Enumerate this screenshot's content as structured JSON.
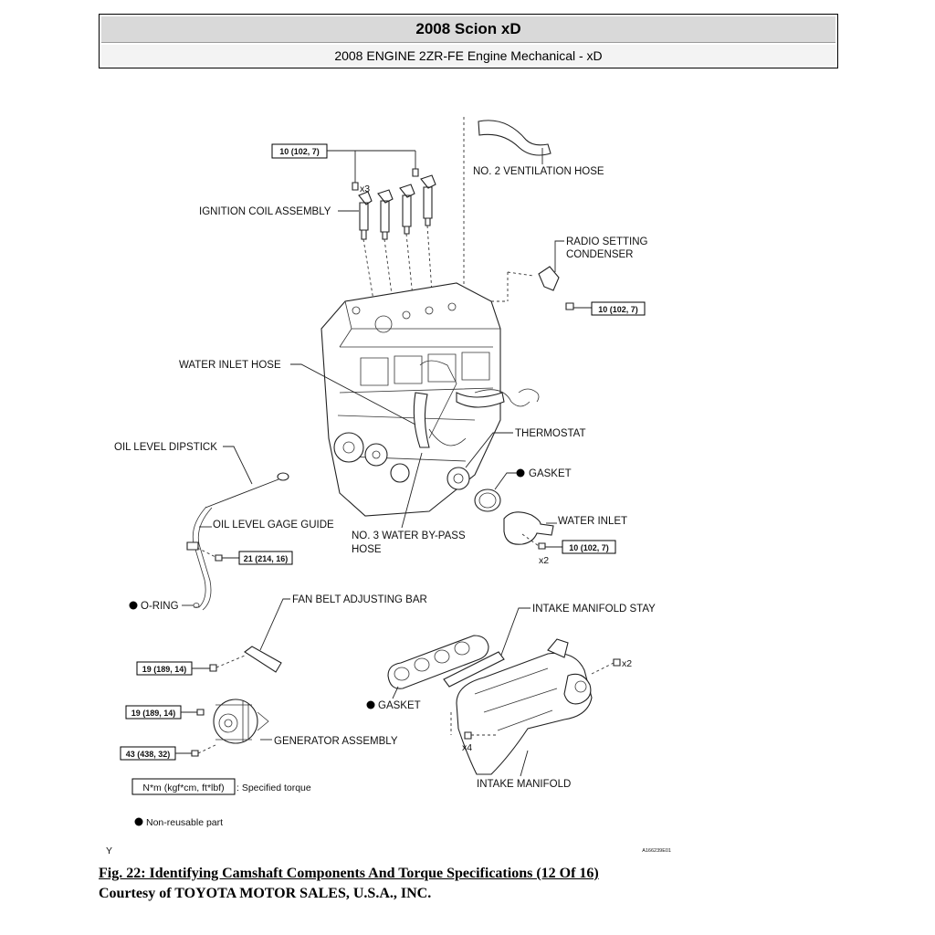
{
  "header": {
    "title": "2008 Scion xD",
    "subtitle": "2008 ENGINE 2ZR-FE Engine Mechanical - xD"
  },
  "labels": {
    "no2_ventilation_hose": "NO. 2 VENTILATION HOSE",
    "ignition_coil_assembly": "IGNITION COIL ASSEMBLY",
    "coil_qty": "x3",
    "radio_setting_condenser_1": "RADIO SETTING",
    "radio_setting_condenser_2": "CONDENSER",
    "water_inlet_hose": "WATER INLET HOSE",
    "thermostat": "THERMOSTAT",
    "oil_level_dipstick": "OIL LEVEL DIPSTICK",
    "gasket_upper": "GASKET",
    "oil_level_gage_guide": "OIL LEVEL GAGE GUIDE",
    "no3_water_bypass_1": "NO. 3 WATER BY-PASS",
    "no3_water_bypass_2": "HOSE",
    "water_inlet": "WATER INLET",
    "water_inlet_qty": "x2",
    "o_ring": "O-RING",
    "fan_belt_adjusting_bar": "FAN BELT ADJUSTING BAR",
    "intake_manifold_stay": "INTAKE MANIFOLD STAY",
    "intake_stay_qty": "x2",
    "gasket_lower": "GASKET",
    "generator_assembly": "GENERATOR ASSEMBLY",
    "manifold_bolt_qty": "x4",
    "intake_manifold": "INTAKE MANIFOLD"
  },
  "torque": {
    "coil": "10 (102, 7)",
    "condenser": "10 (102, 7)",
    "gage_guide": "21 (214, 16)",
    "water_inlet": "10 (102, 7)",
    "fan_belt_bar": "19 (189, 14)",
    "generator_upper": "19 (189, 14)",
    "generator_lower": "43 (438, 32)"
  },
  "legend": {
    "unit_box": "N*m (kgf*cm, ft*lbf)",
    "unit_text": ": Specified torque",
    "non_reusable": "Non-reusable part"
  },
  "corner": {
    "left_mark": "Y",
    "drawing_code": "A166239E01"
  },
  "caption": {
    "figure": "Fig. 22: Identifying Camshaft Components And Torque Specifications (12 Of 16)",
    "courtesy": "Courtesy of TOYOTA MOTOR SALES, U.S.A., INC."
  }
}
